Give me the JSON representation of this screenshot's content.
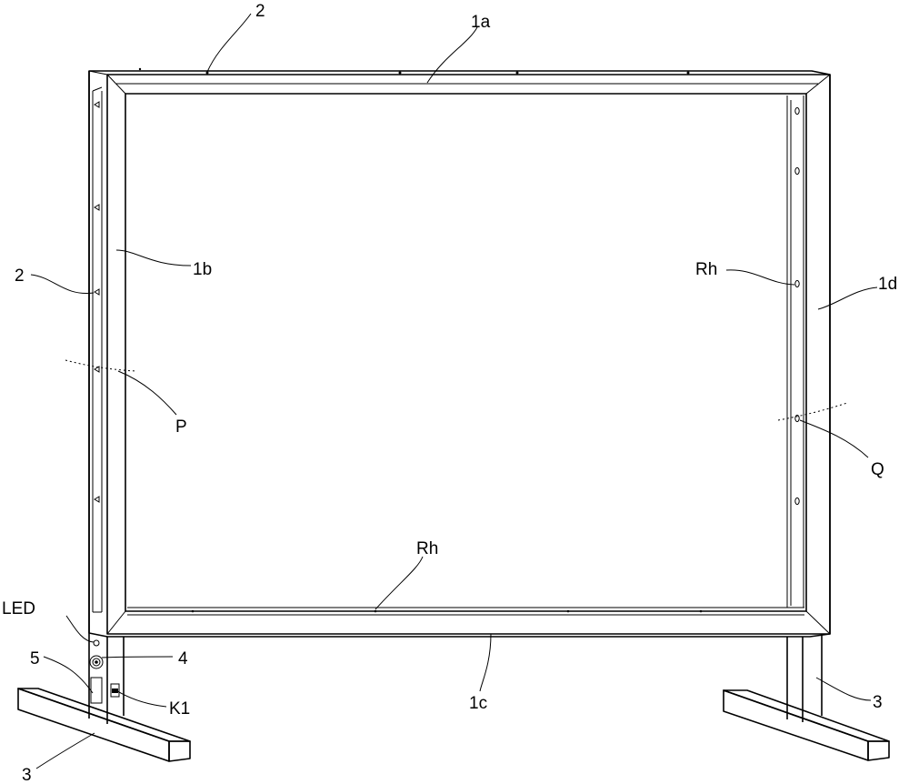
{
  "labels": {
    "top_pin": "2",
    "top_frame": "1a",
    "left_frame": "1b",
    "left_pin": "2",
    "right_hole_upper": "Rh",
    "right_frame": "1d",
    "section_p": "P",
    "section_q": "Q",
    "bottom_hole": "Rh",
    "led": "LED",
    "socket": "4",
    "switch_box": "5",
    "bottom_frame": "1c",
    "switch": "K1",
    "right_foot": "3",
    "left_foot": "3"
  }
}
